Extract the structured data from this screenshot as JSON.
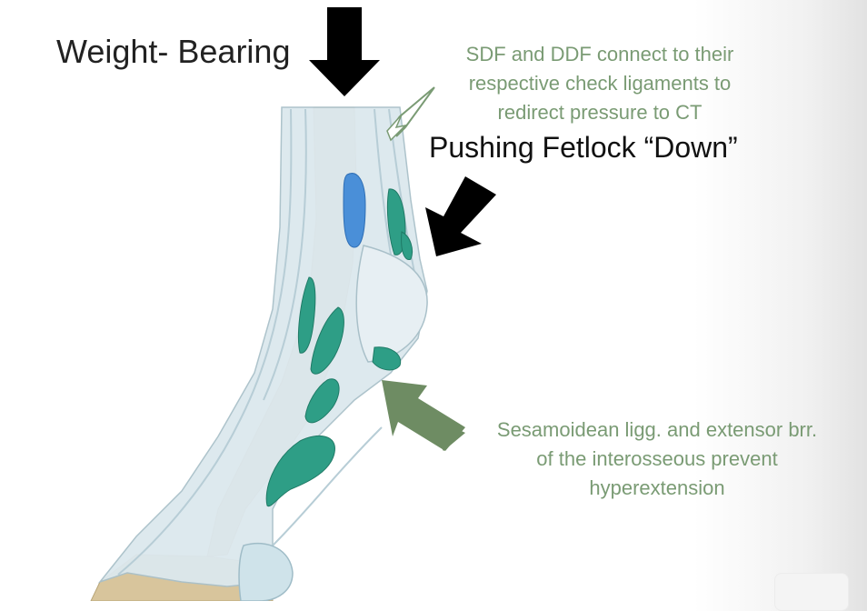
{
  "labels": {
    "weight_bearing": "Weight- Bearing",
    "fetlock_down": "Pushing Fetlock “Down”",
    "sdf_ddf_note": [
      "SDF and DDF connect to their",
      "respective check ligaments to",
      "redirect pressure to CT"
    ],
    "sesamoidean_note": [
      "Sesamoidean ligg. and extensor brr.",
      "of the interosseous prevent",
      "hyperextension"
    ]
  },
  "arrows": [
    {
      "name": "weight-bearing-arrow",
      "color": "#000000",
      "direction": "down"
    },
    {
      "name": "fetlock-down-arrow",
      "color": "#000000",
      "direction": "down-left"
    },
    {
      "name": "support-arrow",
      "color": "#6e8c63",
      "direction": "up-left"
    },
    {
      "name": "check-ligament-pointer",
      "color": "#7a9b74",
      "direction": "down-left"
    }
  ],
  "colors": {
    "green_text": "#7a9b74",
    "green_arrow": "#6e8c63",
    "bone": "#d9c7a0",
    "tendon": "#dce8ee",
    "synovial_teal": "#2e9e86",
    "fat_blue": "#4a8fd8"
  }
}
